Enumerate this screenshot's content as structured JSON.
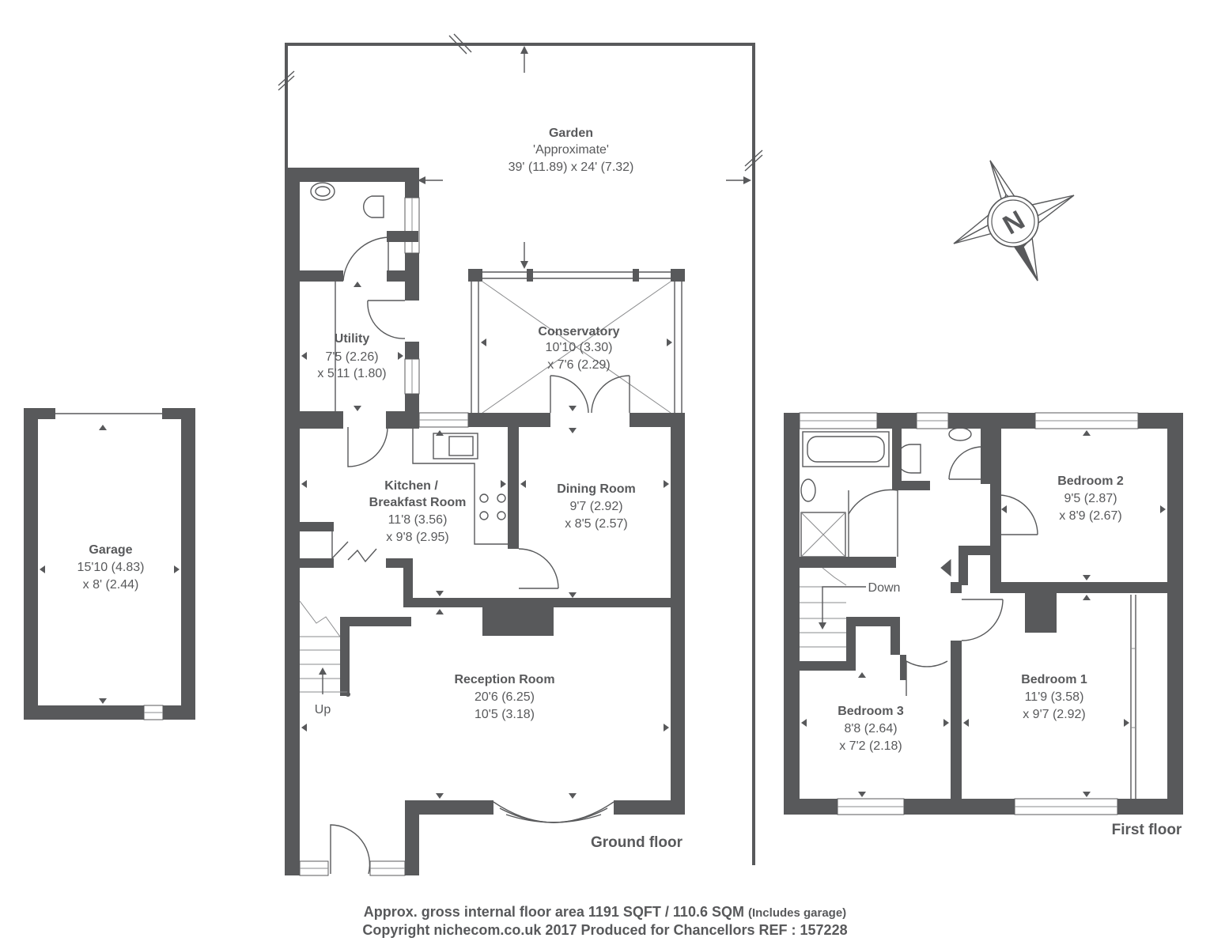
{
  "rooms": {
    "garden": {
      "name": "Garden",
      "note": "'Approximate'",
      "dims": "39' (11.89) x 24' (7.32)"
    },
    "utility": {
      "name": "Utility",
      "dims1": "7'5 (2.26)",
      "dims2": "x 5'11 (1.80)"
    },
    "conservatory": {
      "name": "Conservatory",
      "dims1": "10'10 (3.30)",
      "dims2": "x 7'6 (2.29)"
    },
    "kitchen": {
      "name1": "Kitchen /",
      "name2": "Breakfast Room",
      "dims1": "11'8 (3.56)",
      "dims2": "x 9'8 (2.95)"
    },
    "dining": {
      "name": "Dining Room",
      "dims1": "9'7 (2.92)",
      "dims2": "x 8'5 (2.57)"
    },
    "reception": {
      "name": "Reception Room",
      "dims1": "20'6 (6.25)",
      "dims2": "10'5 (3.18)"
    },
    "garage": {
      "name": "Garage",
      "dims1": "15'10 (4.83)",
      "dims2": "x 8' (2.44)"
    },
    "bedroom2": {
      "name": "Bedroom 2",
      "dims1": "9'5 (2.87)",
      "dims2": "x 8'9 (2.67)"
    },
    "bedroom1": {
      "name": "Bedroom 1",
      "dims1": "11'9 (3.58)",
      "dims2": "x 9'7 (2.92)"
    },
    "bedroom3": {
      "name": "Bedroom 3",
      "dims1": "8'8 (2.64)",
      "dims2": "x 7'2 (2.18)"
    }
  },
  "stairs": {
    "up": "Up",
    "down": "Down"
  },
  "floors": {
    "ground": "Ground floor",
    "first": "First floor"
  },
  "compass": {
    "letter": "N"
  },
  "footer": {
    "area": "Approx. gross internal floor area 1191 SQFT / 110.6 SQM",
    "area_note": "(Includes garage)",
    "copyright": "Copyright nichecom.co.uk 2017 Produced for Chancellors REF : 157228"
  }
}
